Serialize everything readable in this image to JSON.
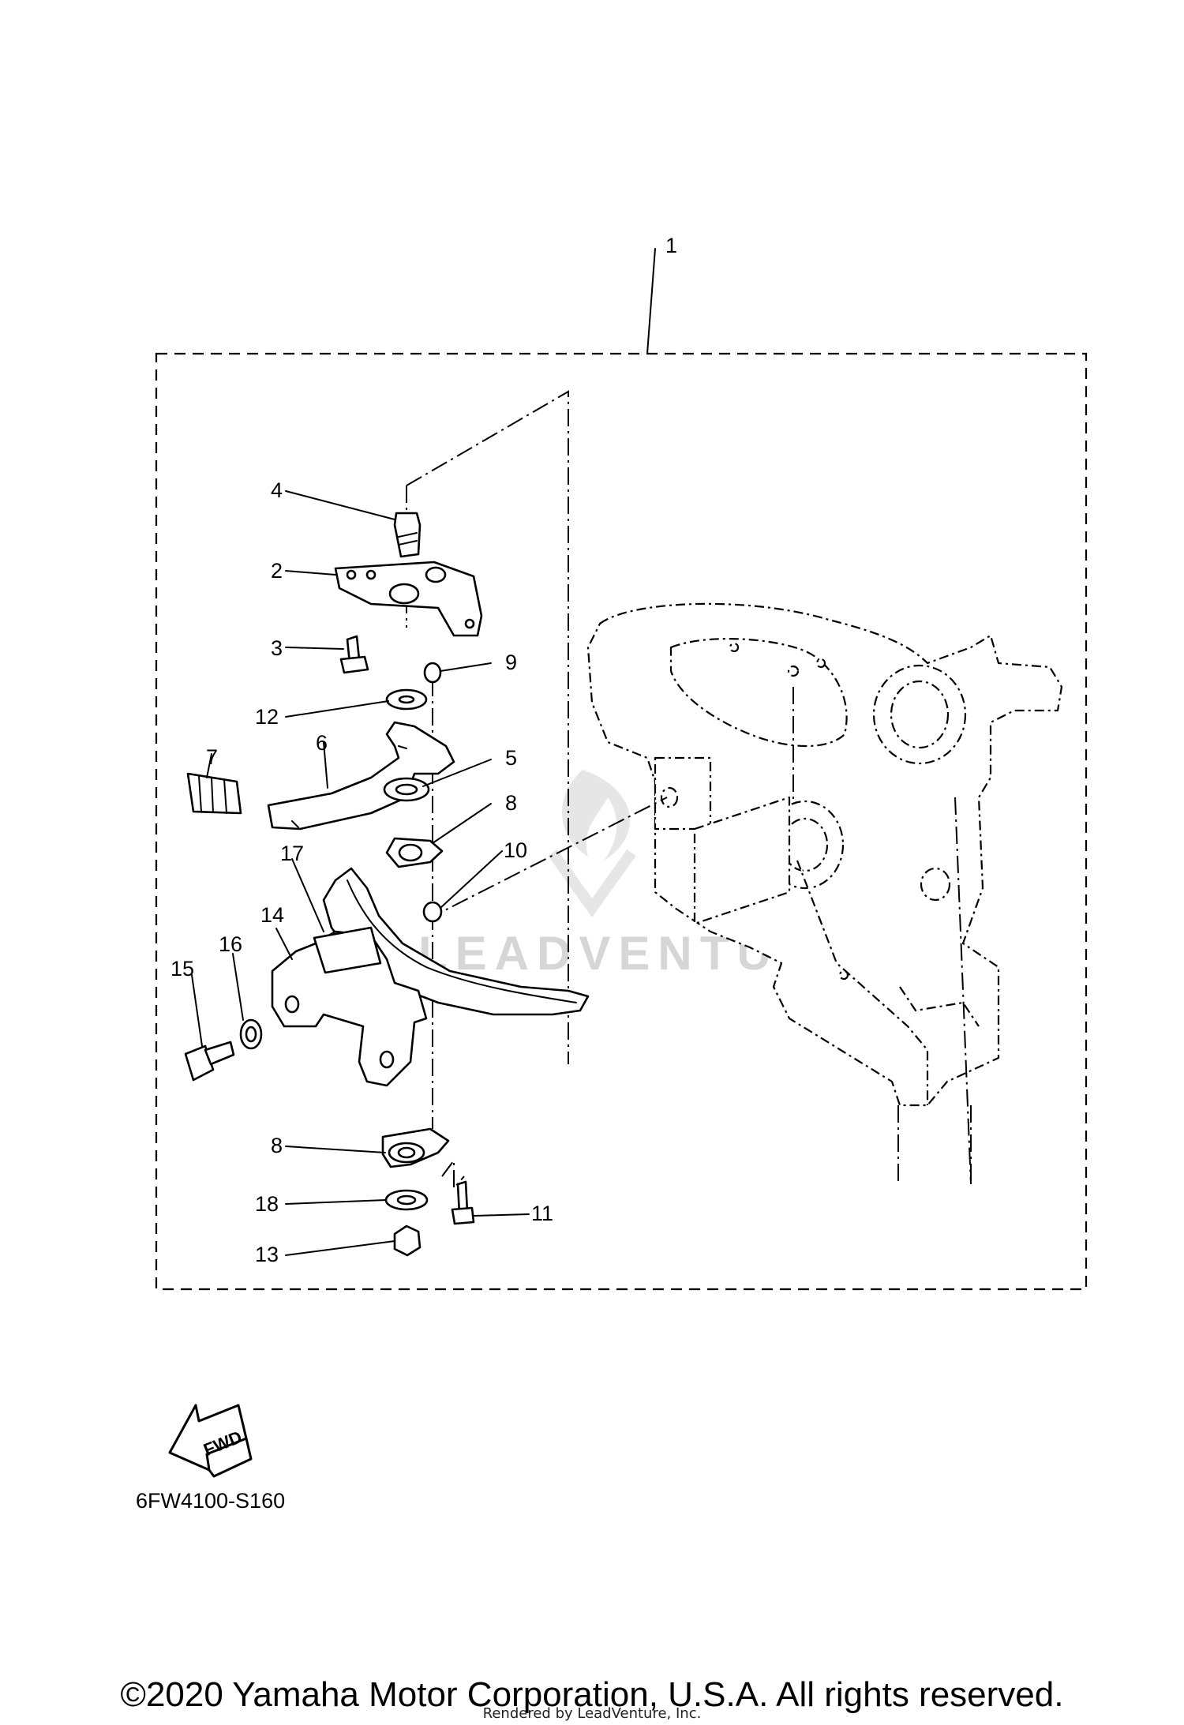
{
  "diagram": {
    "callouts": [
      {
        "id": "c1",
        "text": "1"
      },
      {
        "id": "c2",
        "text": "2"
      },
      {
        "id": "c3",
        "text": "3"
      },
      {
        "id": "c4",
        "text": "4"
      },
      {
        "id": "c5",
        "text": "5"
      },
      {
        "id": "c6",
        "text": "6"
      },
      {
        "id": "c7",
        "text": "7"
      },
      {
        "id": "c8a",
        "text": "8"
      },
      {
        "id": "c8b",
        "text": "8"
      },
      {
        "id": "c9",
        "text": "9"
      },
      {
        "id": "c10",
        "text": "10"
      },
      {
        "id": "c11",
        "text": "11"
      },
      {
        "id": "c12",
        "text": "12"
      },
      {
        "id": "c13",
        "text": "13"
      },
      {
        "id": "c14",
        "text": "14"
      },
      {
        "id": "c15",
        "text": "15"
      },
      {
        "id": "c16",
        "text": "16"
      },
      {
        "id": "c17",
        "text": "17"
      },
      {
        "id": "c18",
        "text": "18"
      }
    ],
    "fwd_label": "FWD",
    "part_code": "6FW4100-S160",
    "watermark": "LEADVENTURE"
  },
  "footer": {
    "copyright": "©2020 Yamaha Motor Corporation, U.S.A. All rights reserved.",
    "renderer": "Rendered by LeadVenture, Inc."
  }
}
